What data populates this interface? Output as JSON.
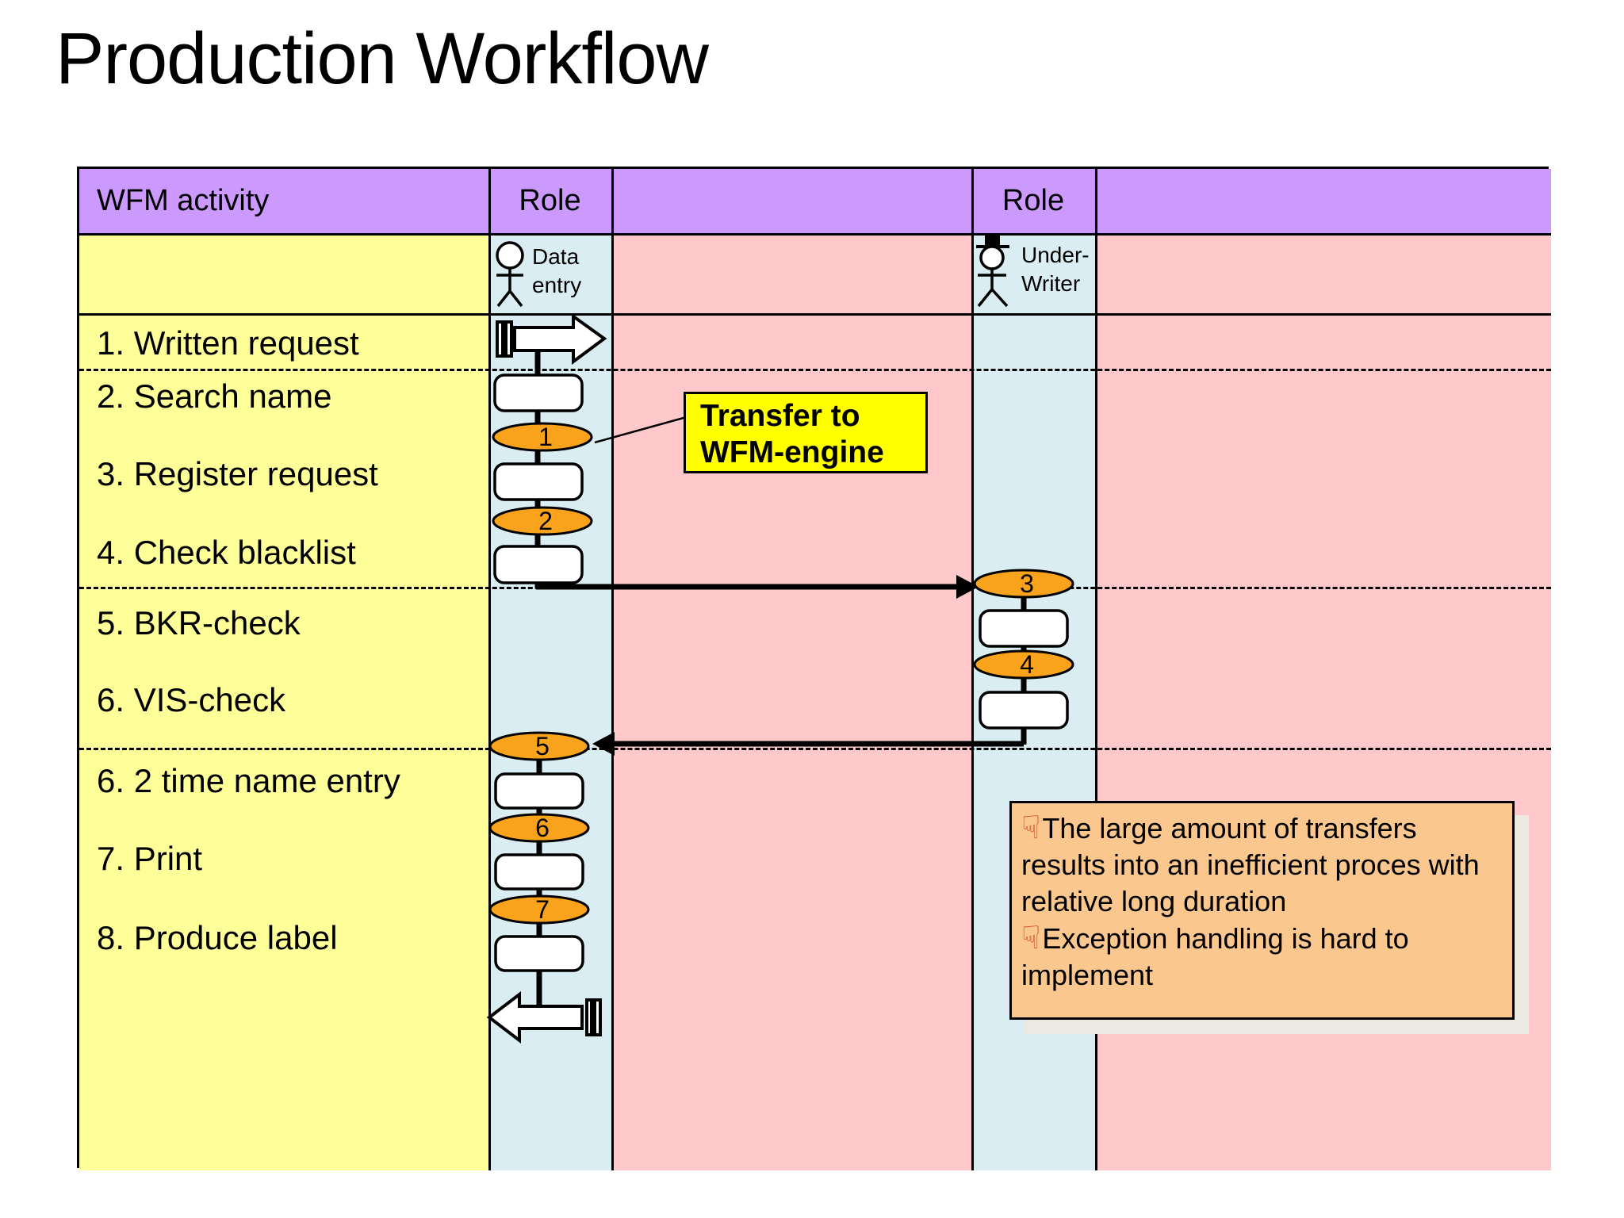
{
  "title": "Production Workflow",
  "table": {
    "headers": {
      "activity": "WFM activity",
      "role1": "Role",
      "role2": "Role"
    },
    "roles": [
      {
        "label": "Data entry"
      },
      {
        "label": "Under-Writer"
      }
    ],
    "activities": [
      "1. Written request",
      "2. Search name",
      "3. Register request",
      "4. Check blacklist",
      "5. BKR-check",
      "6. VIS-check",
      "6. 2 time name entry",
      "7. Print",
      "8. Produce label"
    ]
  },
  "flow": {
    "step_labels": [
      "1",
      "2",
      "3",
      "4",
      "5",
      "6",
      "7"
    ]
  },
  "callout": {
    "text": "Transfer to WFM-engine"
  },
  "note": {
    "icon_glyph": "☟",
    "items": [
      "The large amount of transfers results into an inefficient proces with relative long duration",
      "Exception handling is hard to implement"
    ]
  },
  "colors": {
    "header_fill": "#CC99FF",
    "activity_column_fill": "#FFFF99",
    "lane_fill": "#DAEDF2",
    "outside_fill": "#FFC9CB",
    "step_fill": "#F9A21B",
    "callout_fill": "#FFFF00",
    "note_fill": "#FAC78E"
  }
}
